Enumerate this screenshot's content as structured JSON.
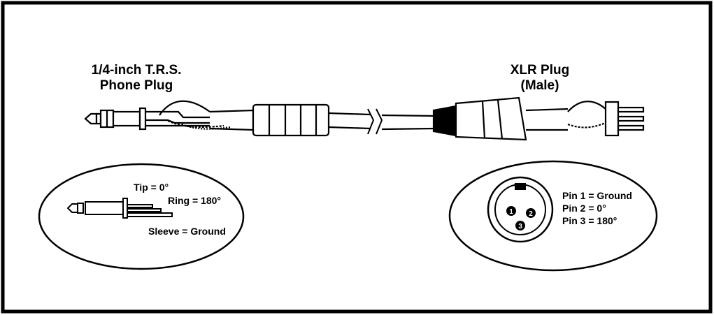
{
  "trs": {
    "title_line1": "1/4-inch T.R.S.",
    "title_line2": "Phone Plug",
    "tip": "Tip = 0°",
    "ring": "Ring = 180°",
    "sleeve": "Sleeve = Ground"
  },
  "xlr": {
    "title_line1": "XLR Plug",
    "title_line2": "(Male)",
    "pin1": "Pin 1 = Ground",
    "pin2": "Pin 2 = 0°",
    "pin3": "Pin 3 = 180°",
    "pin_numbers": [
      "1",
      "2",
      "3"
    ]
  },
  "colors": {
    "ink": "#000000",
    "paper": "#ffffff"
  }
}
